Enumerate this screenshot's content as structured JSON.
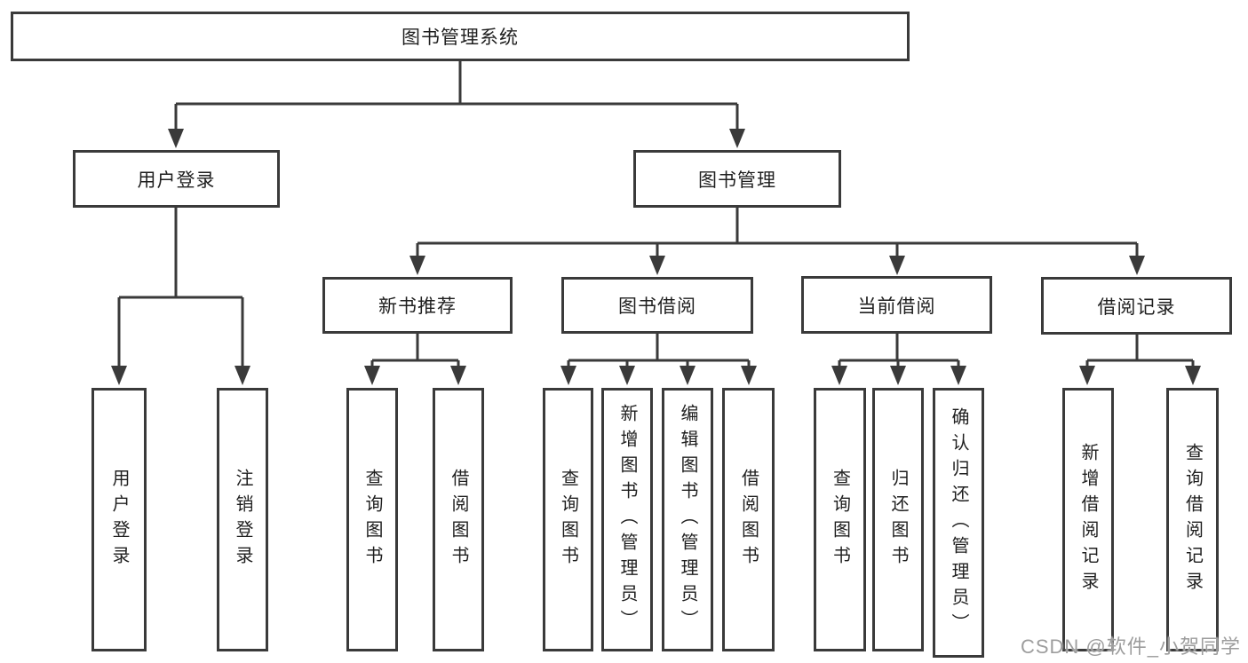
{
  "tree": {
    "label": "图书管理系统",
    "children": [
      {
        "label": "用户登录",
        "children": [
          {
            "label": "用户登录"
          },
          {
            "label": "注销登录"
          }
        ]
      },
      {
        "label": "图书管理",
        "children": [
          {
            "label": "新书推荐",
            "children": [
              {
                "label": "查询图书"
              },
              {
                "label": "借阅图书"
              }
            ]
          },
          {
            "label": "图书借阅",
            "children": [
              {
                "label": "查询图书"
              },
              {
                "label": "新增图书（管理员）"
              },
              {
                "label": "编辑图书（管理员）"
              },
              {
                "label": "借阅图书"
              }
            ]
          },
          {
            "label": "当前借阅",
            "children": [
              {
                "label": "查询图书"
              },
              {
                "label": "归还图书"
              },
              {
                "label": "确认归还（管理员）"
              }
            ]
          },
          {
            "label": "借阅记录",
            "children": [
              {
                "label": "新增借阅记录"
              },
              {
                "label": "查询借阅记录"
              }
            ]
          }
        ]
      }
    ]
  },
  "watermark": {
    "text": "CSDN @软件_小贺同学"
  },
  "colors": {
    "line": "#3a3a3a",
    "box_border": "#3a3a3a",
    "box_fill": "#ffffff",
    "text": "#1f1f1f",
    "watermark": "#9d9d9d",
    "background": "#ffffff"
  }
}
